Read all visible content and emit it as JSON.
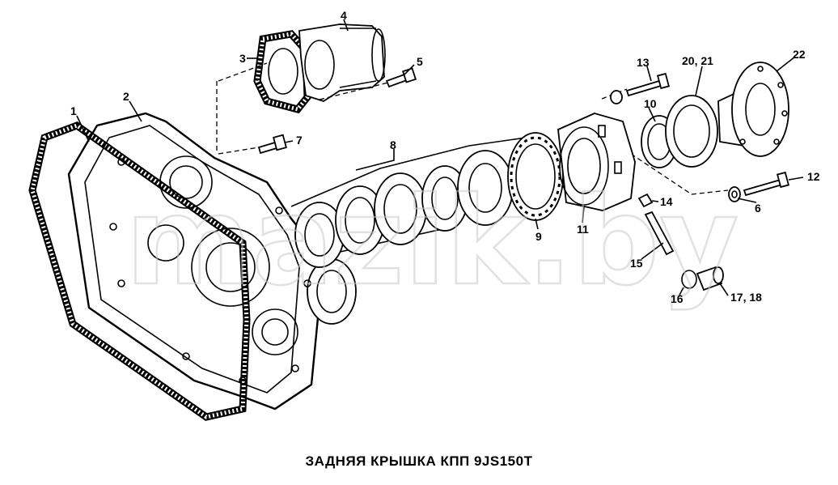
{
  "caption": "ЗАДНЯЯ КРЫШКА КПП 9JS150T",
  "watermark": "mazik.by",
  "callouts": [
    {
      "id": "1",
      "label": "1"
    },
    {
      "id": "2",
      "label": "2"
    },
    {
      "id": "3",
      "label": "3"
    },
    {
      "id": "4",
      "label": "4"
    },
    {
      "id": "5",
      "label": "5"
    },
    {
      "id": "6",
      "label": "6"
    },
    {
      "id": "7",
      "label": "7"
    },
    {
      "id": "8",
      "label": "8"
    },
    {
      "id": "9",
      "label": "9"
    },
    {
      "id": "10",
      "label": "10"
    },
    {
      "id": "11",
      "label": "11"
    },
    {
      "id": "12",
      "label": "12"
    },
    {
      "id": "13",
      "label": "13"
    },
    {
      "id": "14",
      "label": "14"
    },
    {
      "id": "15",
      "label": "15"
    },
    {
      "id": "16",
      "label": "16"
    },
    {
      "id": "17-18",
      "label": "17, 18"
    },
    {
      "id": "20-21",
      "label": "20, 21"
    },
    {
      "id": "22",
      "label": "22"
    }
  ]
}
